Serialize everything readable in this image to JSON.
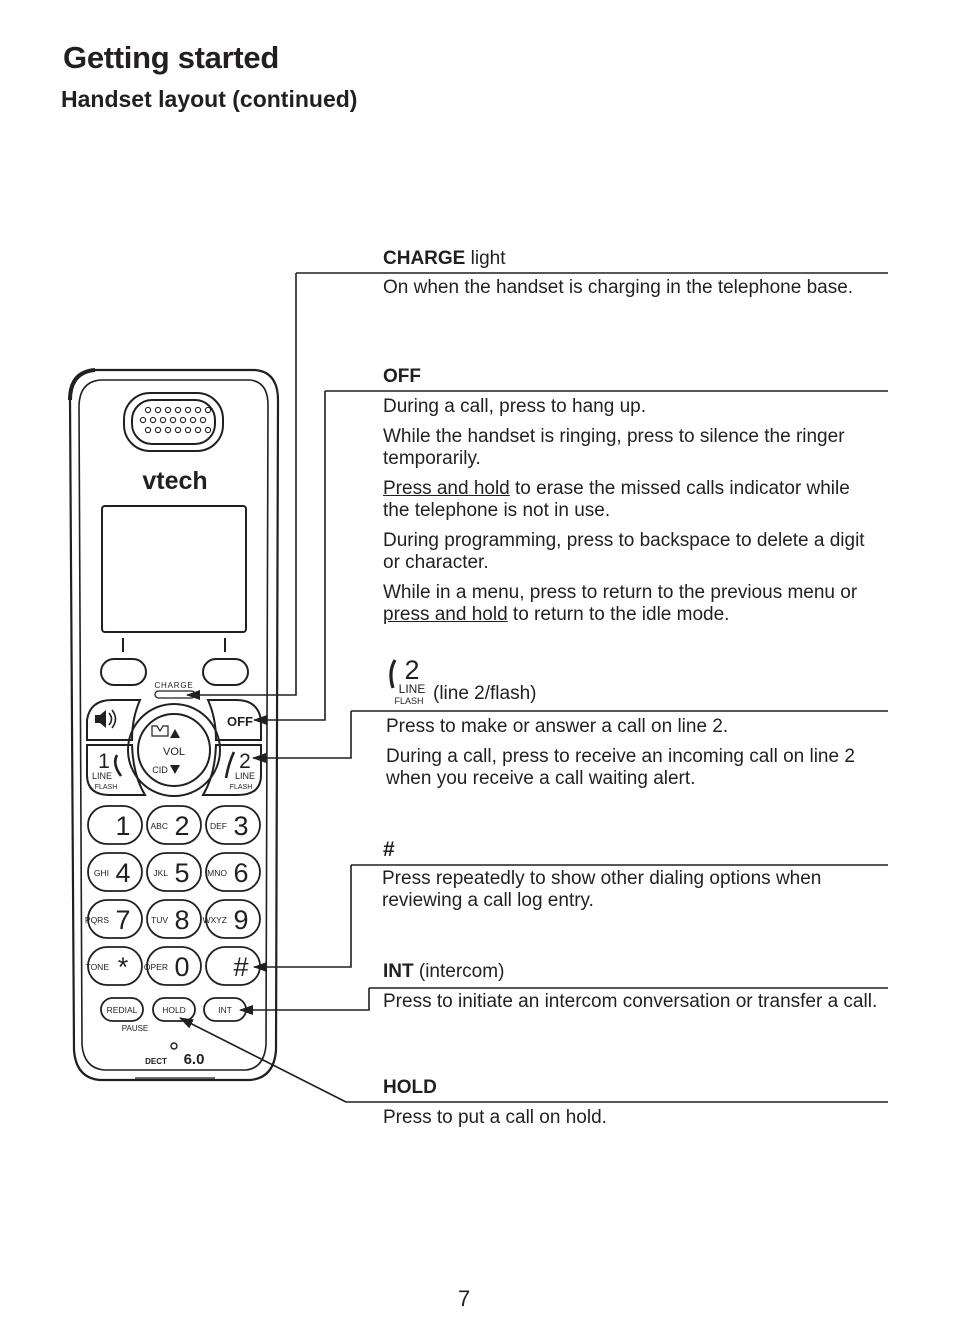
{
  "page": {
    "title": "Getting started",
    "subtitle": "Handset layout (continued)",
    "page_number": "7"
  },
  "handset": {
    "brand": "vtech",
    "charge_label": "CHARGE",
    "off_label": "OFF",
    "vol_label": "VOL",
    "cid_label": "CID",
    "line1_digit": "1",
    "line2_digit": "2",
    "line_label": "LINE",
    "flash_label": "FLASH",
    "keys": [
      {
        "digit": "1",
        "letters": ""
      },
      {
        "digit": "2",
        "letters": "ABC"
      },
      {
        "digit": "3",
        "letters": "DEF"
      },
      {
        "digit": "4",
        "letters": "GHI"
      },
      {
        "digit": "5",
        "letters": "JKL"
      },
      {
        "digit": "6",
        "letters": "MNO"
      },
      {
        "digit": "7",
        "letters": "PQRS"
      },
      {
        "digit": "8",
        "letters": "TUV"
      },
      {
        "digit": "9",
        "letters": "WXYZ"
      },
      {
        "digit": "*",
        "letters": "TONE"
      },
      {
        "digit": "0",
        "letters": "OPER"
      },
      {
        "digit": "#",
        "letters": ""
      }
    ],
    "redial_label": "REDIAL",
    "pause_label": "PAUSE",
    "hold_label": "HOLD",
    "int_label": "INT",
    "dect_label": "DECT",
    "dect_version": "6.0"
  },
  "callouts": {
    "charge": {
      "heading_bold": "CHARGE",
      "heading_rest": " light",
      "desc": "On when the handset is charging in the telephone base."
    },
    "off": {
      "heading_bold": "OFF",
      "p1": "During a call, press to hang up.",
      "p2": "While the handset is ringing, press to silence the ringer temporarily.",
      "p3_u": "Press and hold",
      "p3_rest": " to erase the missed calls indicator while the telephone is not in use.",
      "p4": "During programming, press to backspace to delete a digit or character.",
      "p5_a": "While in a menu, press to return to the previous menu or ",
      "p5_u": "press and hold",
      "p5_b": " to return to the idle mode."
    },
    "line2": {
      "icon_digit": "2",
      "icon_line": "LINE",
      "icon_flash": "FLASH",
      "heading_rest": "(line 2/flash)",
      "p1": "Press to make or answer a call on line 2.",
      "p2": "During a call, press to receive an incoming call on line 2 when you receive a call waiting alert."
    },
    "pound": {
      "heading_bold": "#",
      "desc": "Press repeatedly to show other dialing options when reviewing a call log entry."
    },
    "int": {
      "heading_bold": "INT",
      "heading_rest": " (intercom)",
      "desc": "Press to initiate an intercom conversation or transfer a call."
    },
    "hold": {
      "heading_bold": "HOLD",
      "desc": "Press to put a call on hold."
    }
  }
}
